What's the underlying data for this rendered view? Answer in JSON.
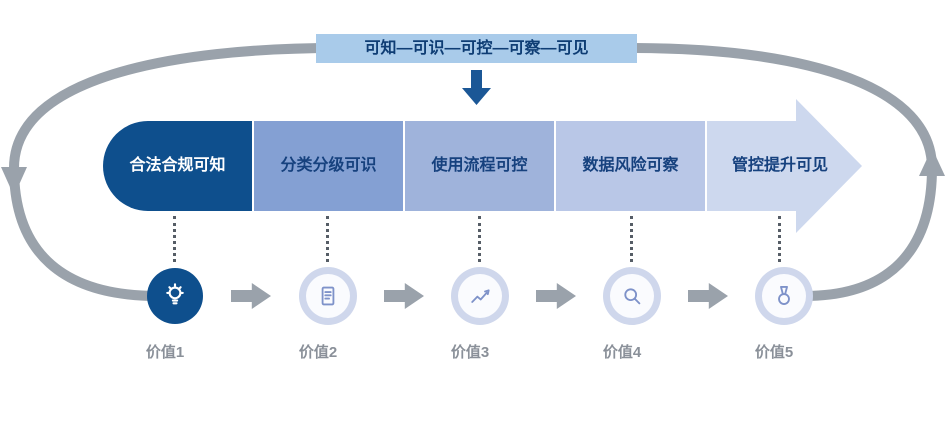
{
  "banner": {
    "label": "可知—可识—可控—可察—可见"
  },
  "stages": [
    {
      "label": "合法合规可知"
    },
    {
      "label": "分类分级可识"
    },
    {
      "label": "使用流程可控"
    },
    {
      "label": "数据风险可察"
    },
    {
      "label": "管控提升可见"
    }
  ],
  "values": [
    {
      "label": "价值1",
      "icon": "lightbulb-icon"
    },
    {
      "label": "价值2",
      "icon": "document-icon"
    },
    {
      "label": "价值3",
      "icon": "chart-icon"
    },
    {
      "label": "价值4",
      "icon": "magnifier-icon"
    },
    {
      "label": "价值5",
      "icon": "medal-icon"
    }
  ],
  "colors": {
    "stage_colors": [
      "#0e4f8d",
      "#84a0d3",
      "#9fb3db",
      "#b9c7e7",
      "#cdd8ee"
    ],
    "banner_bg": "#a9cbea",
    "navy": "#0e4f8d",
    "loop_gray": "#9aa2ab",
    "icon_blue": "#7e92c9",
    "value_label_gray": "#8a9099"
  }
}
